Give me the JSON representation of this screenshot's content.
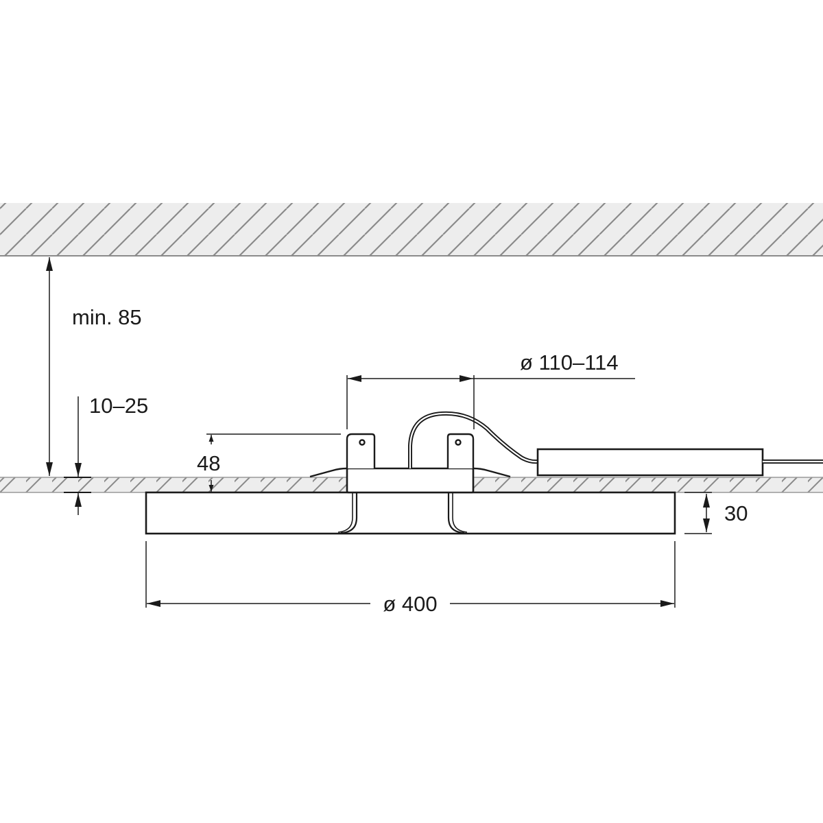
{
  "drawing": {
    "title": "Recessed ceiling luminaire installation dimensions",
    "units": "mm",
    "colors": {
      "line": "#1a1a1a",
      "hatch_fill": "#ededed",
      "hatch_line": "#8a8a8a",
      "background": "#ffffff"
    },
    "dimensions": {
      "ceiling_void_height": "min. 85",
      "ceiling_thickness": "10–25",
      "installation_depth": "48",
      "cutout_diameter": "ø 110–114",
      "luminaire_height": "30",
      "luminaire_diameter": "ø 400"
    },
    "components": [
      "structural-slab",
      "suspended-ceiling-panel",
      "luminaire-disc",
      "recessed-housing",
      "mounting-clips",
      "connection-cable",
      "led-driver",
      "supply-cable"
    ]
  }
}
